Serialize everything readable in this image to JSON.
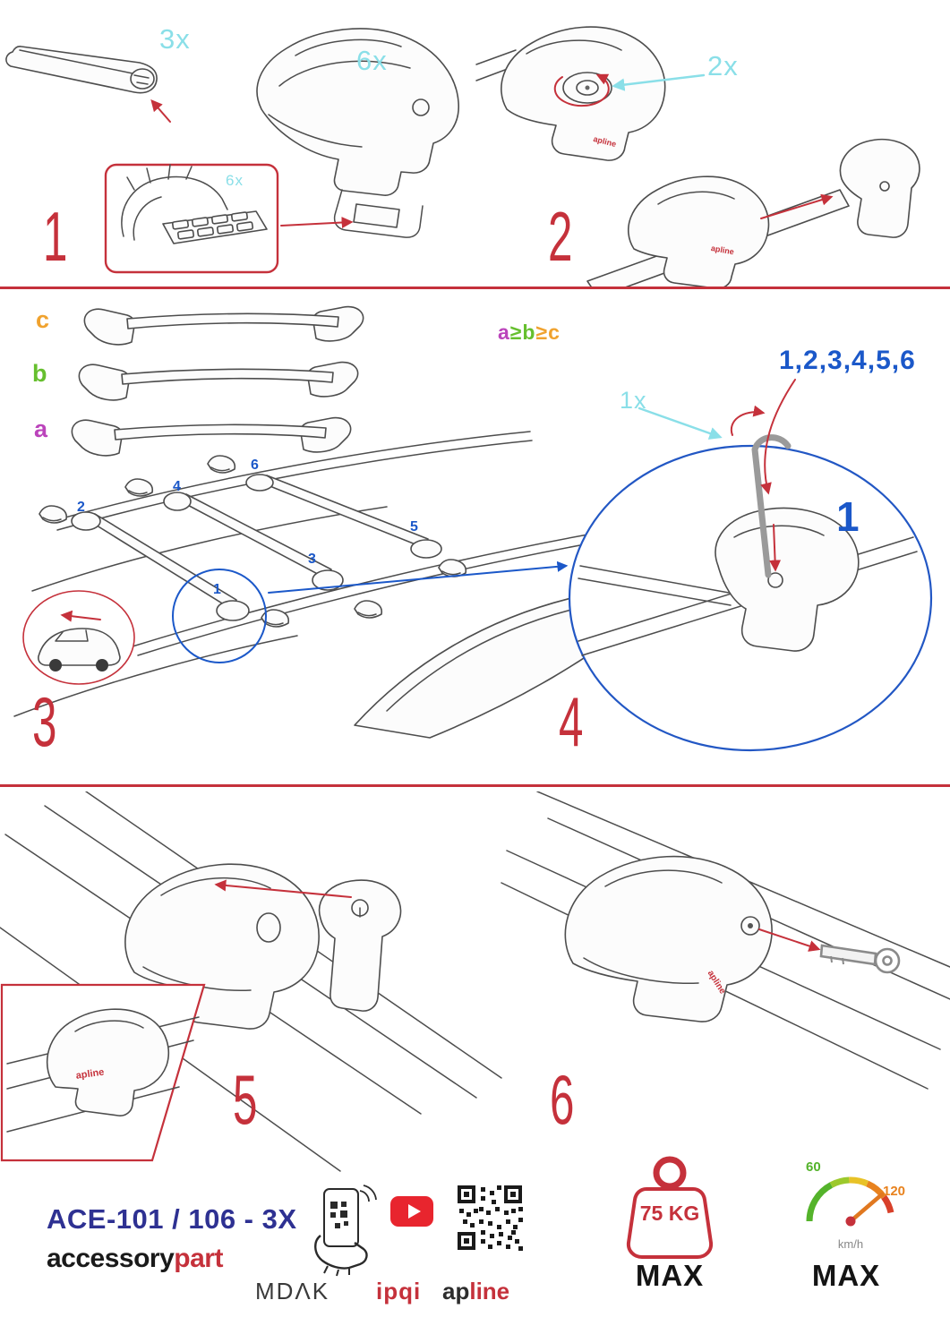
{
  "colors": {
    "accent_red": "#c5313b",
    "accent_cyan": "#8adfe8",
    "accent_blue": "#1b58c9",
    "dark_blue": "#2e3192",
    "label_orange": "#f0a22e",
    "label_green": "#66bf2e",
    "label_purple": "#bb44bb"
  },
  "step1": {
    "number": "1",
    "bar_qty": "3x",
    "foot_qty": "6x",
    "pad_qty": "6x"
  },
  "step2": {
    "number": "2",
    "knob_qty": "2x"
  },
  "step3": {
    "number": "3",
    "bar_label_c": "c",
    "bar_label_b": "b",
    "bar_label_a": "a",
    "rule_a": "a",
    "rule_gte1": "≥",
    "rule_b": "b",
    "rule_gte2": "≥",
    "rule_c": "c",
    "pos_1": "1",
    "pos_2": "2",
    "pos_3": "3",
    "pos_4": "4",
    "pos_5": "5",
    "pos_6": "6"
  },
  "step4": {
    "number": "4",
    "key_qty": "1x",
    "tighten_order": "1,2,3,4,5,6",
    "first_pos": "1"
  },
  "step5": {
    "number": "5"
  },
  "step6": {
    "number": "6"
  },
  "logos": {
    "apline": "apline"
  },
  "footer": {
    "model": "ACE-101 / 106 - 3X",
    "brand_black": "accessory",
    "brand_red": "part",
    "mdak": "MDΛK",
    "ipqi": "ipqi",
    "apline_black": "ap",
    "apline_red": "line",
    "weight_limit": "75 KG",
    "weight_max": "MAX",
    "speed_low": "60",
    "speed_high": "120",
    "speed_unit": "km/h",
    "speed_max": "MAX"
  }
}
